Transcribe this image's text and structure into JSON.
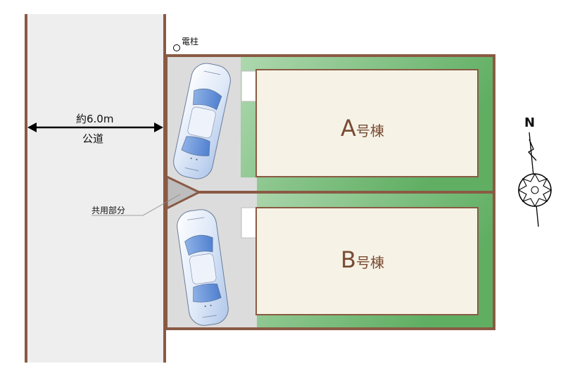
{
  "road": {
    "width_label": "約6.0m",
    "name": "公道"
  },
  "utility_pole": {
    "label": "電柱"
  },
  "shared_area": {
    "label": "共用部分"
  },
  "buildings": [
    {
      "letter": "A",
      "suffix": "号棟"
    },
    {
      "letter": "B",
      "suffix": "号棟"
    }
  ],
  "compass": {
    "north_label": "N"
  },
  "colors": {
    "boundary": "#8a5a44",
    "road": "#eeeeee",
    "parking": "#dcdcdc",
    "garden": "#93c894",
    "building": "#f6f3e6",
    "label_text": "#7a4b34"
  }
}
